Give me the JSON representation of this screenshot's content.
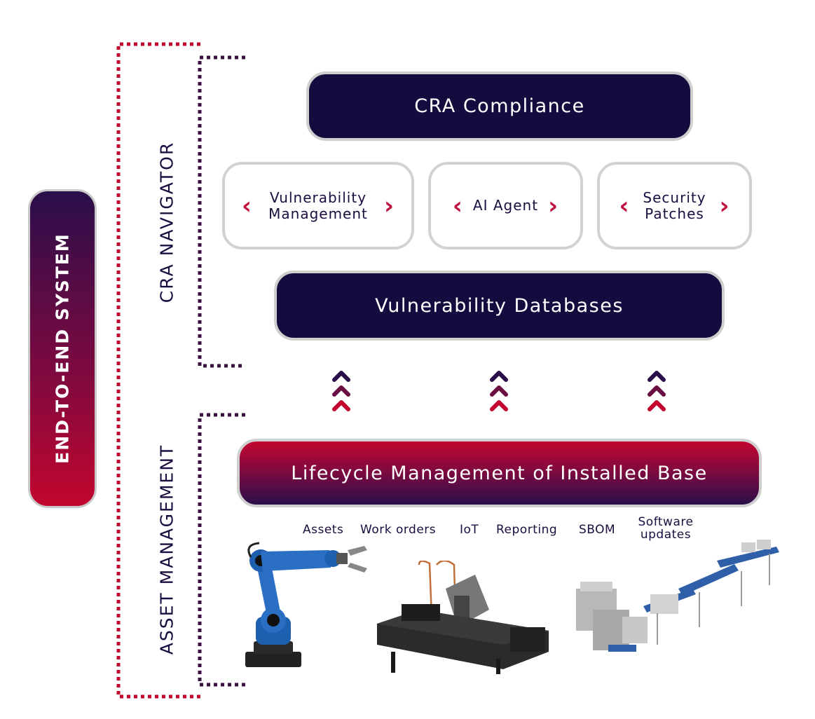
{
  "system_label": "END-TO-END SYSTEM",
  "navigator_label": "CRA NAVIGATOR",
  "asset_label": "ASSET MANAGEMENT",
  "cra_compliance": "CRA Compliance",
  "modules": [
    {
      "label": "Vulnerability Management"
    },
    {
      "label": "AI Agent"
    },
    {
      "label": "Security Patches"
    }
  ],
  "vulnerability_databases": "Vulnerability Databases",
  "lifecycle": "Lifecycle Management of Installed Base",
  "features": [
    {
      "label": "Assets"
    },
    {
      "label": "Work orders"
    },
    {
      "label": "IoT"
    },
    {
      "label": "Reporting"
    },
    {
      "label": "SBOM"
    },
    {
      "label": "Software updates"
    }
  ],
  "colors": {
    "navy": "#160b3e",
    "crimson": "#c2062e",
    "purple": "#5a1a4a"
  },
  "icons": [
    "robot-arm-image",
    "cutting-machine-image",
    "production-line-image"
  ]
}
